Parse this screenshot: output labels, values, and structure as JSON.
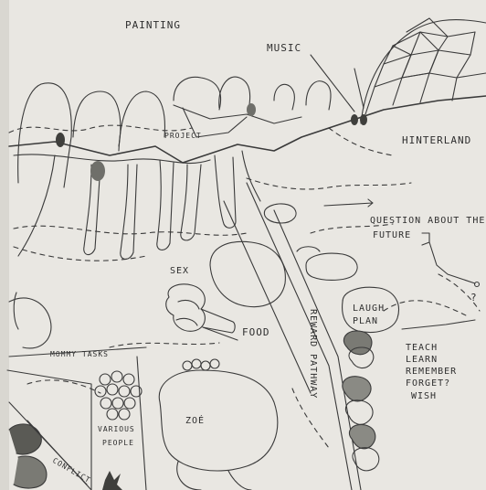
{
  "labels": {
    "painting": "PAINTING",
    "music": "MUSIC",
    "project": "PROJECT",
    "hinterland": "HINTERLAND",
    "question": "QUESTION ABOUT THE",
    "future": "FUTURE",
    "question_mark": "?",
    "sex": "SEX",
    "food": "FOOD",
    "laugh": "LAUGH",
    "plan": "PLAN",
    "reward_pathway": "REWARD PATHWAY",
    "teach": "TEACH",
    "learn": "LEARN",
    "remember": "REMEMBER",
    "forget": "FORGET?",
    "wish": "WISH",
    "mommy_tasks": "MOMMY TASKS",
    "various": "VARIOUS",
    "people": "PEOPLE",
    "zoe": "ZOÉ",
    "conflict": "CONFLICT"
  },
  "colors": {
    "paper": "#e9e7e2",
    "ink": "#2e2e2e",
    "shade": "#6b6b66"
  }
}
